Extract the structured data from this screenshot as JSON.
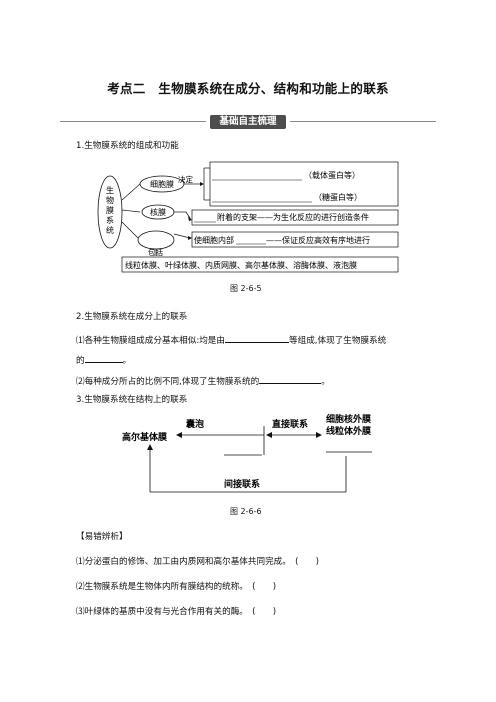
{
  "title": "考点二　生物膜系统在成分、结构和功能上的联系",
  "banner": "基础自主梳理",
  "section1": {
    "heading": "1.生物膜系统的组成和功能",
    "diagram": {
      "root_chars": [
        "生",
        "物",
        "膜",
        "系",
        "统"
      ],
      "node_cell_membrane": "细胞膜",
      "node_nuclear": "核膜",
      "edge_decide": "决定",
      "edge_include": "包括",
      "box_protein_carrier": "（载体蛋白等）",
      "box_protein_sugar": "（糖蛋白等）",
      "box_func1_tail": "附着的支架——为生化反应的进行创造条件",
      "box_func2_head": "使细胞内部",
      "box_func2_tail": "——保证反应高效有序地进行",
      "box_organelles": "线粒体膜、叶绿体膜、内质网膜、高尔基体膜、溶酶体膜、液泡膜"
    },
    "caption": "图 2-6-5"
  },
  "section2": {
    "heading": "2.生物膜系统在成分上的联系",
    "line1_a": "⑴各种生物膜组成成分基本相似:均是由",
    "line1_b": "等组成,体现了生物膜系统",
    "line2_a": "的",
    "line2_b": "。",
    "line3_a": "⑵每种成分所占的比例不同,体现了生物膜系统的",
    "line3_b": "。"
  },
  "section3": {
    "heading": "3.生物膜系统在结构上的联系",
    "diagram": {
      "golgi": "高尔基体膜",
      "vesicle": "囊泡",
      "direct": "直接联系",
      "right_top": "细胞核外膜",
      "right_bottom": "线粒体外膜",
      "indirect": "间接联系"
    },
    "caption": "图 2-6-6"
  },
  "errors": {
    "heading": "【易错辨析】",
    "items": [
      "⑴分泌蛋白的修饰、加工由内质网和高尔基体共同完成。　(　　)",
      "⑵生物膜系统是生物体内所有膜结构的统称。　(　　)",
      "⑶叶绿体的基质中没有与光合作用有关的酶。　(　　)"
    ]
  }
}
